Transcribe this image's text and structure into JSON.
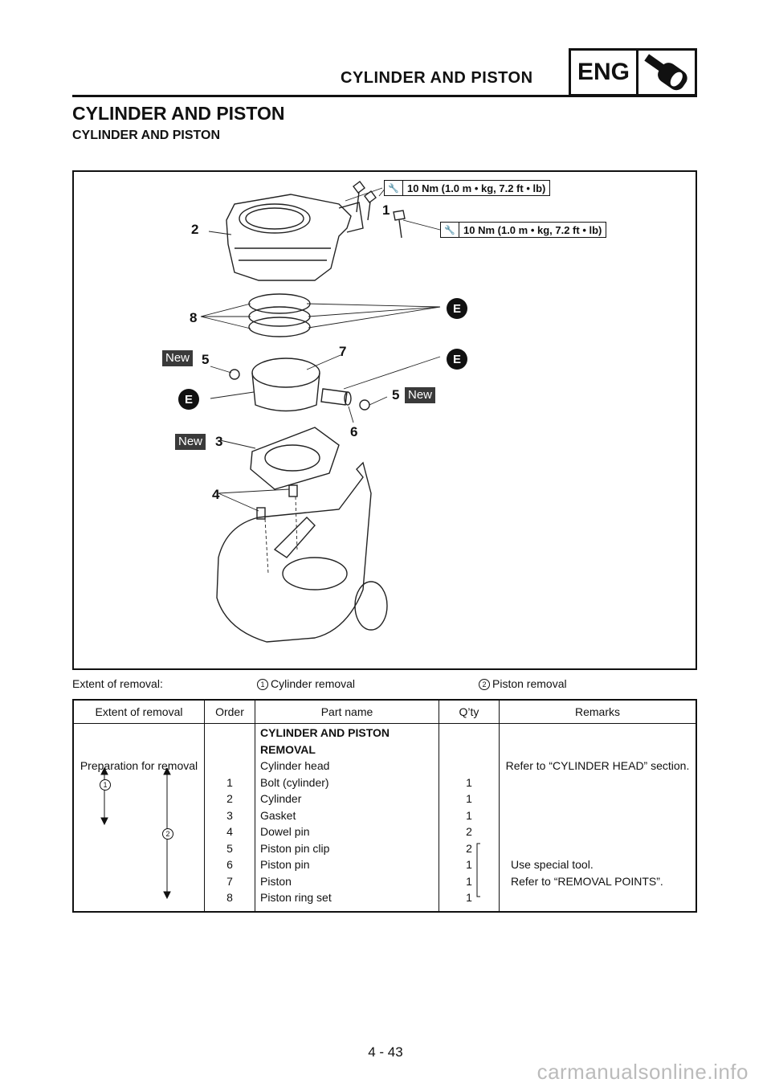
{
  "header": {
    "title": "CYLINDER AND PISTON",
    "section_tab": "ENG",
    "section_icon": "engine-wrench-icon"
  },
  "page_title": "CYLINDER AND PISTON",
  "subsection_title": "CYLINDER AND PISTON",
  "figure": {
    "torque_labels": [
      "10 Nm (1.0 m • kg, 7.2 ft • lb)",
      "10 Nm (1.0 m • kg, 7.2 ft • lb)"
    ],
    "callouts": [
      "1",
      "2",
      "3",
      "4",
      "5",
      "5",
      "6",
      "7",
      "8"
    ],
    "new_tag": "New",
    "lube_badge": "E"
  },
  "extent": {
    "label": "Extent of removal:",
    "items": [
      {
        "marker": "1",
        "text": "Cylinder removal"
      },
      {
        "marker": "2",
        "text": "Piston removal"
      }
    ]
  },
  "table": {
    "headers": [
      "Extent of removal",
      "Order",
      "Part name",
      "Q’ty",
      "Remarks"
    ],
    "prep": {
      "title_line1": "CYLINDER AND PISTON",
      "title_line2": "REMOVAL",
      "extent": "Preparation for removal",
      "part": "Cylinder head",
      "remarks": "Refer to “CYLINDER HEAD” section."
    },
    "rows": [
      {
        "order": "1",
        "part": "Bolt (cylinder)",
        "qty": "1"
      },
      {
        "order": "2",
        "part": "Cylinder",
        "qty": "1"
      },
      {
        "order": "3",
        "part": "Gasket",
        "qty": "1"
      },
      {
        "order": "4",
        "part": "Dowel pin",
        "qty": "2"
      },
      {
        "order": "5",
        "part": "Piston pin clip",
        "qty": "2"
      },
      {
        "order": "6",
        "part": "Piston pin",
        "qty": "1"
      },
      {
        "order": "7",
        "part": "Piston",
        "qty": "1"
      },
      {
        "order": "8",
        "part": "Piston ring set",
        "qty": "1"
      }
    ],
    "bracket_markers": [
      "1",
      "2"
    ],
    "bracket_remarks": [
      "Use special tool.",
      "Refer to “REMOVAL POINTS”."
    ]
  },
  "page_number": "4 - 43",
  "watermark": "carmanualsonline.info"
}
